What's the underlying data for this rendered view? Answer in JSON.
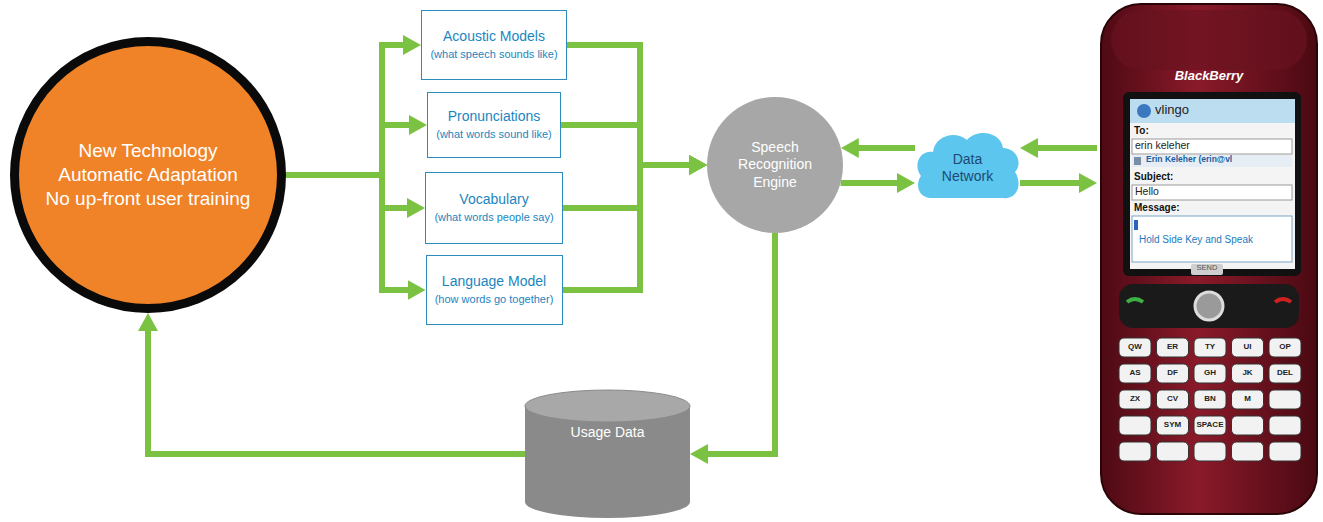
{
  "diagram": {
    "nodes": [
      {
        "text": [
          "New Technology Automatic Adaptation No up-front user training"
        ]
      },
      {
        "text": [
          "Acoustic Models",
          "(what speech sounds like)"
        ]
      },
      {
        "text": [
          "Pronunciations",
          "(what words sound like)"
        ]
      },
      {
        "text": [
          "Vocabulary",
          "(what words people say)"
        ]
      },
      {
        "text": [
          "Language Model",
          "(how words go together)"
        ]
      },
      {
        "text": [
          "Speech Recognition Engine"
        ]
      },
      {
        "text": [
          "Data Network"
        ]
      },
      {
        "text": [
          "BlackBerry"
        ]
      },
      {
        "text": [
          "Usage Data"
        ]
      }
    ],
    "edges": [
      {
        "from": 0,
        "to": 1,
        "arrow": "to"
      },
      {
        "from": 0,
        "to": 2,
        "arrow": "to"
      },
      {
        "from": 0,
        "to": 3,
        "arrow": "to"
      },
      {
        "from": 0,
        "to": 4,
        "arrow": "to"
      },
      {
        "from": 1,
        "to": 5,
        "arrow": "to"
      },
      {
        "from": 2,
        "to": 5,
        "arrow": "to"
      },
      {
        "from": 3,
        "to": 5,
        "arrow": "to"
      },
      {
        "from": 4,
        "to": 5,
        "arrow": "to"
      },
      {
        "from": 6,
        "to": 5,
        "arrow": "to"
      },
      {
        "from": 5,
        "to": 6,
        "arrow": "to"
      },
      {
        "from": 7,
        "to": 6,
        "arrow": "to"
      },
      {
        "from": 6,
        "to": 7,
        "arrow": "to"
      },
      {
        "from": 5,
        "to": 8,
        "arrow": "to"
      },
      {
        "from": 8,
        "to": 0,
        "arrow": "to"
      }
    ],
    "labels": [
      "vlingo",
      "To:",
      "erin keleher",
      "Erin Keleher (erin@vl",
      "Subject:",
      "Hello",
      "Message:",
      "Hold Side Key and Speak",
      "SEND",
      "QW",
      "ER",
      "TY",
      "UI",
      "OP",
      "AS",
      "DF",
      "GH",
      "JK",
      "DEL",
      "ZX",
      "CV",
      "BN",
      "M",
      "SYM",
      "SPACE"
    ]
  }
}
